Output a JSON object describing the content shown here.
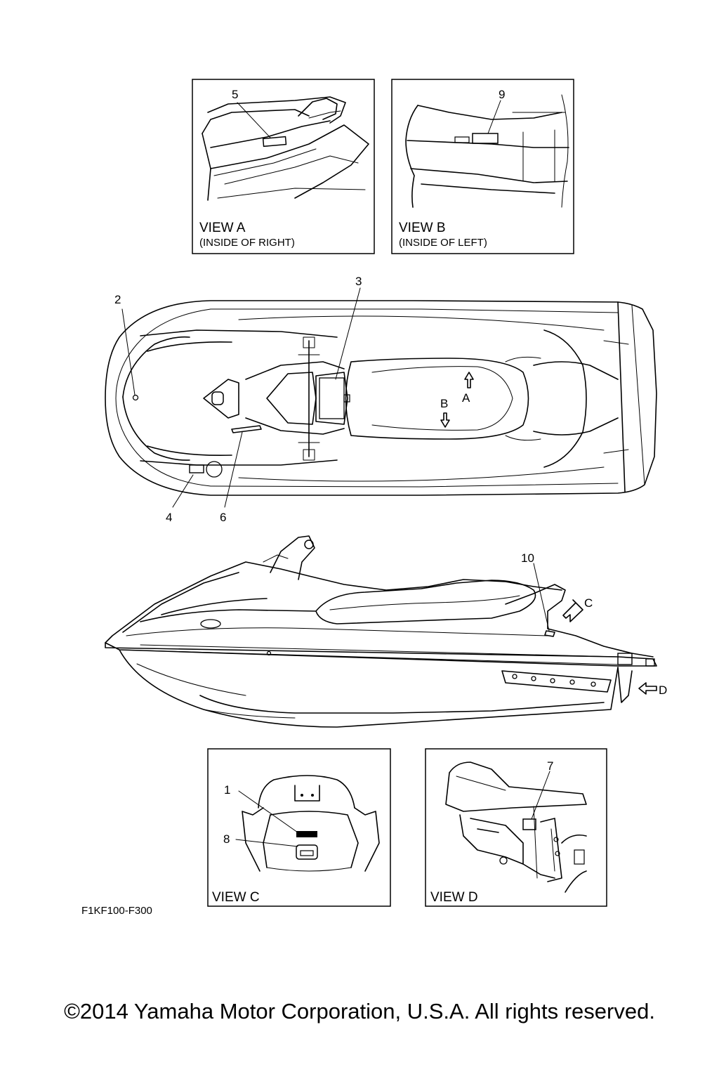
{
  "views": {
    "a": {
      "title": "VIEW A",
      "subtitle": "(INSIDE OF RIGHT)"
    },
    "b": {
      "title": "VIEW B",
      "subtitle": "(INSIDE OF LEFT)"
    },
    "c": {
      "title": "VIEW C"
    },
    "d": {
      "title": "VIEW D"
    }
  },
  "callouts": {
    "n1": "1",
    "n2": "2",
    "n3": "3",
    "n4": "4",
    "n5": "5",
    "n6": "6",
    "n7": "7",
    "n8": "8",
    "n9": "9",
    "n10": "10"
  },
  "arrows": {
    "a": "A",
    "b": "B",
    "c": "C",
    "d": "D"
  },
  "figure_code": "F1KF100-F300",
  "copyright": "©2014 Yamaha Motor Corporation, U.S.A. All rights reserved."
}
